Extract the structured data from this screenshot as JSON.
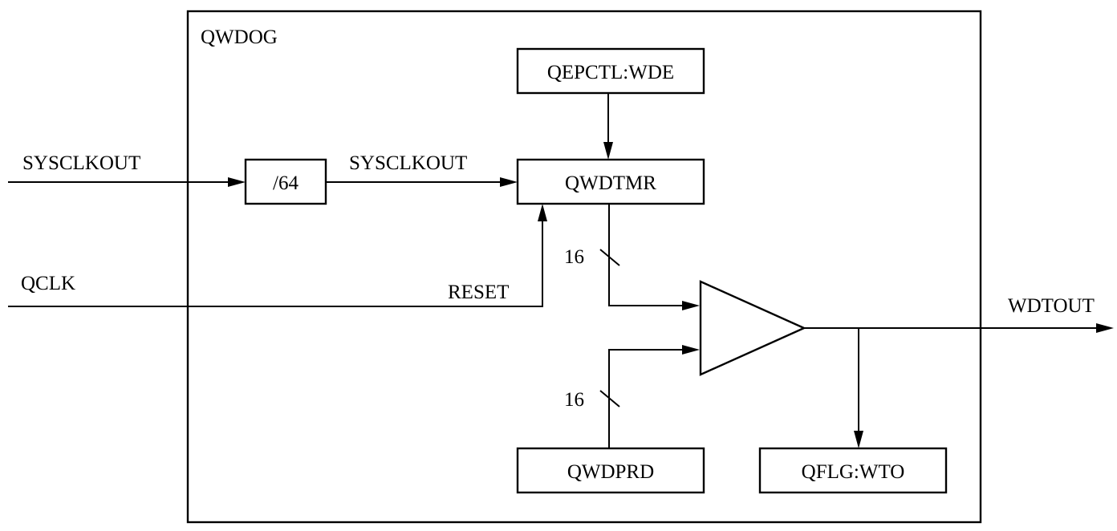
{
  "module": {
    "title": "QWDOG"
  },
  "inputs": {
    "sysclkout": "SYSCLKOUT",
    "qclk": "QCLK"
  },
  "blocks": {
    "divider": "/64",
    "enable_reg": "QEPCTL:WDE",
    "timer": "QWDTMR",
    "period_reg": "QWDPRD",
    "flag_reg": "QFLG:WTO"
  },
  "signals": {
    "divided_clock": "SYSCLKOUT",
    "reset": "RESET",
    "timer_bus_width": "16",
    "period_bus_width": "16",
    "output": "WDTOUT"
  }
}
